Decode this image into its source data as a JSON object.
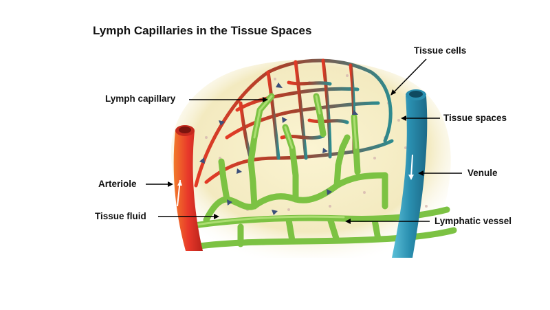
{
  "title": "Lymph Capillaries in the Tissue Spaces",
  "labels": {
    "tissue_cells": "Tissue cells",
    "lymph_capillary": "Lymph capillary",
    "tissue_spaces": "Tissue spaces",
    "venule": "Venule",
    "arteriole": "Arteriole",
    "tissue_fluid": "Tissue fluid",
    "lymphatic_vessel": "Lymphatic vessel"
  },
  "colors": {
    "arteriole": "#e8382a",
    "venule": "#2a8fb0",
    "lymph": "#7cc243",
    "tissue": "#f6efc8",
    "network_mix": "#9a4a2e"
  }
}
